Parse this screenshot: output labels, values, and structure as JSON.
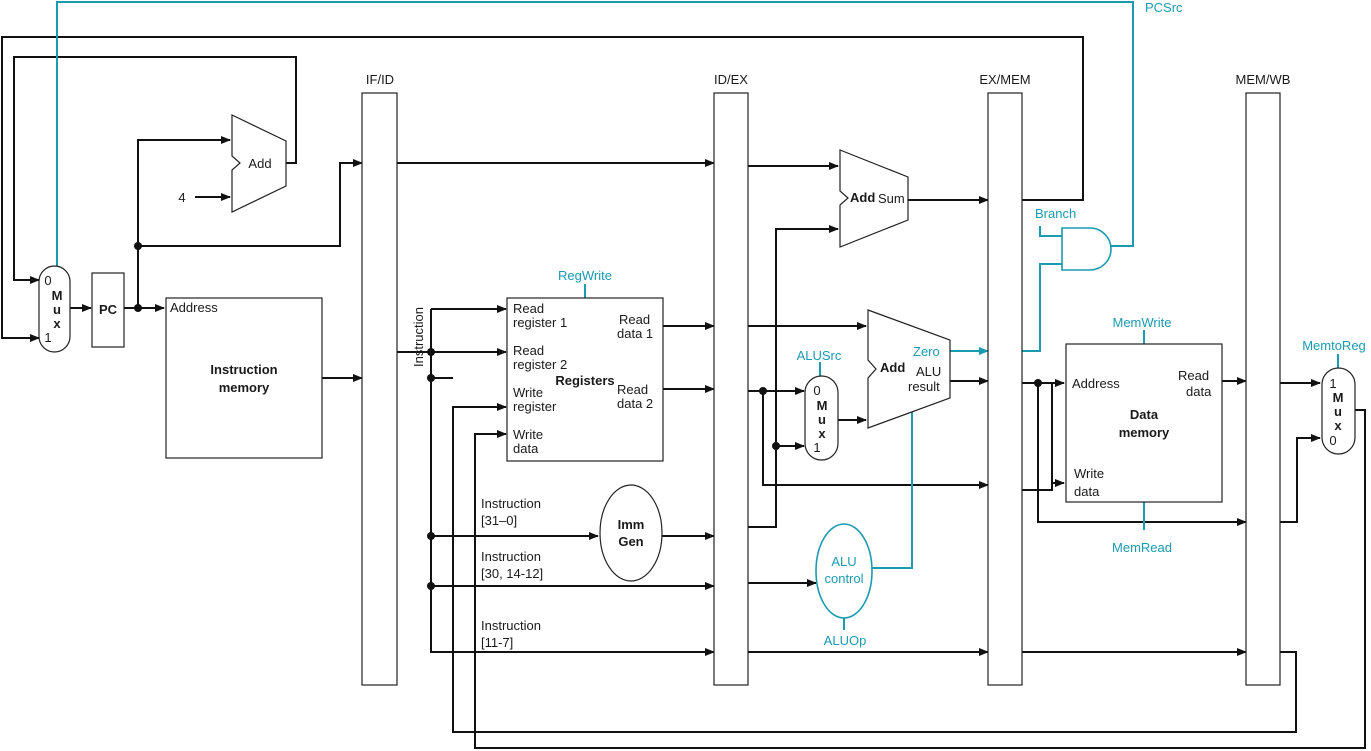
{
  "colors": {
    "control": "#1a9bb0",
    "datapath": "#111111"
  },
  "control_signals": {
    "pcsrc": "PCSrc",
    "branch": "Branch",
    "regwrite": "RegWrite",
    "alusrc": "ALUSrc",
    "memwrite": "MemWrite",
    "memread": "MemRead",
    "memtoreg": "MemtoReg",
    "aluop": "ALUOp",
    "zero": "Zero"
  },
  "pipeline_registers": [
    "IF/ID",
    "ID/EX",
    "EX/MEM",
    "MEM/WB"
  ],
  "pc": {
    "label": "PC"
  },
  "const4": "4",
  "pc_adder": {
    "label": "Add"
  },
  "branch_adder": {
    "label": "Add",
    "output": "Sum"
  },
  "alu": {
    "label": "Add",
    "result_line1": "ALU",
    "result_line2": "result"
  },
  "muxes": {
    "pc_mux": {
      "top": "0",
      "m": "M",
      "u": "u",
      "x": "x",
      "bottom": "1"
    },
    "alu_mux": {
      "top": "0",
      "m": "M",
      "u": "u",
      "x": "x",
      "bottom": "1"
    },
    "wb_mux": {
      "top": "1",
      "m": "M",
      "u": "u",
      "x": "x",
      "bottom": "0"
    }
  },
  "instruction_memory": {
    "address": "Address",
    "line1": "Instruction",
    "line2": "memory"
  },
  "registers": {
    "title": "Registers",
    "read_reg1_a": "Read",
    "read_reg1_b": "register 1",
    "read_reg2_a": "Read",
    "read_reg2_b": "register 2",
    "write_reg_a": "Write",
    "write_reg_b": "register",
    "write_data_a": "Write",
    "write_data_b": "data",
    "read_data1_a": "Read",
    "read_data1_b": "data 1",
    "read_data2_a": "Read",
    "read_data2_b": "data 2"
  },
  "instruction_label": "Instruction",
  "imm_gen": {
    "line1": "Imm",
    "line2": "Gen"
  },
  "alu_control": {
    "line1": "ALU",
    "line2": "control"
  },
  "instruction_fields": {
    "f1_a": "Instruction",
    "f1_b": "[31–0]",
    "f2_a": "Instruction",
    "f2_b": "[30, 14-12]",
    "f3_a": "Instruction",
    "f3_b": "[11-7]"
  },
  "data_memory": {
    "address": "Address",
    "read_a": "Read",
    "read_b": "data",
    "write_a": "Write",
    "write_b": "data",
    "line1": "Data",
    "line2": "memory"
  }
}
